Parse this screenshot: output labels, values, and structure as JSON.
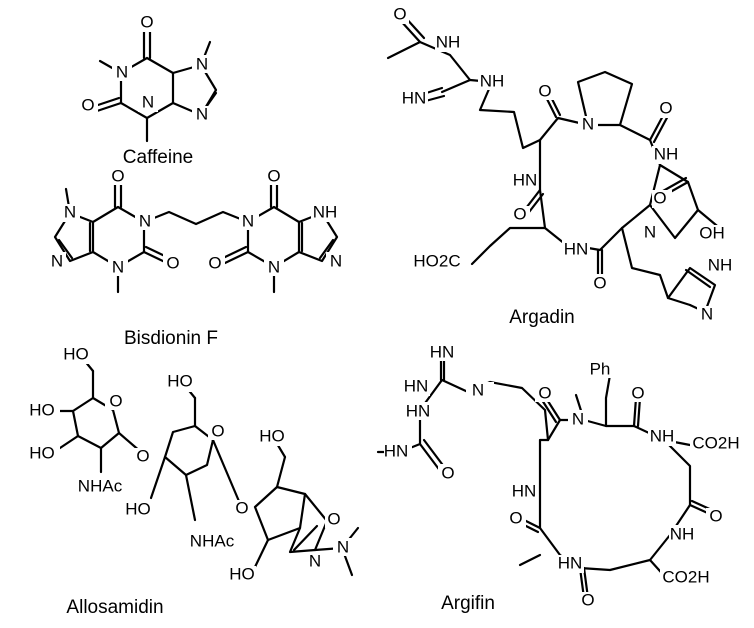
{
  "molecules": [
    {
      "key": "caffeine",
      "name": "Caffeine"
    },
    {
      "key": "bisdionin",
      "name": "Bisdionin F"
    },
    {
      "key": "allosamidin",
      "name": "Allosamidin"
    },
    {
      "key": "argadin",
      "name": "Argadin"
    },
    {
      "key": "argifin",
      "name": "Argifin"
    }
  ],
  "atom_labels": {
    "O": "O",
    "N": "N",
    "NH": "NH",
    "HN": "HN",
    "HO": "HO",
    "OH": "OH",
    "NHAc": "NHAc",
    "HO2C": "HO2C",
    "CO2H": "CO2H",
    "Ph": "Ph"
  }
}
